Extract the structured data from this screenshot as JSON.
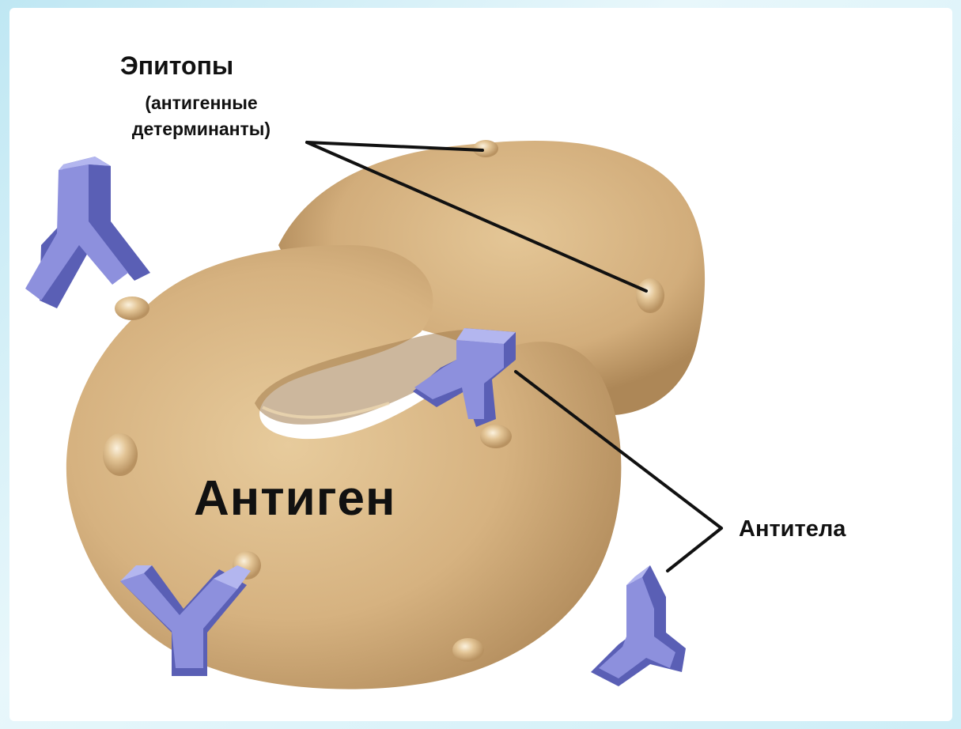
{
  "labels": {
    "epitopes_title": "Эпитопы",
    "epitopes_line1": "(антигенные",
    "epitopes_line2": "детерминанты)",
    "antigen": "Антиген",
    "antibodies": "Антитела"
  },
  "colors": {
    "frame": "#cdeef7",
    "antigen_fill": "#d9b887",
    "antigen_shadow": "#b48e5f",
    "antibody_front": "#8d90dd",
    "antibody_side": "#5a5fb5",
    "antibody_top": "#b3b6ef",
    "leader_lines": "#111111"
  }
}
